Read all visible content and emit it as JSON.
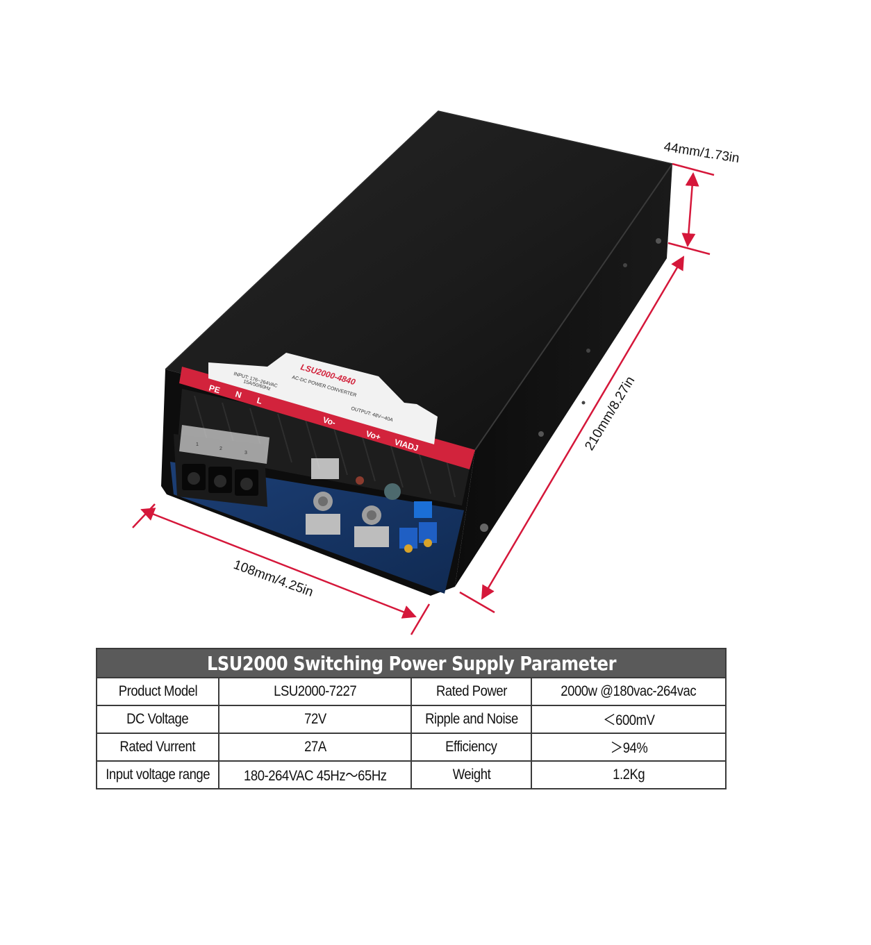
{
  "dimensions": {
    "height": "44mm/1.73in",
    "length": "210mm/8.27in",
    "width": "108mm/4.25in"
  },
  "device": {
    "terminal_labels": [
      "PE",
      "N",
      "L",
      "Vo-",
      "Vo+",
      "VIADJ"
    ],
    "terminal_numbers": [
      "1",
      "2",
      "3"
    ],
    "label_model": "LSU2000-4840",
    "label_subtitle": "AC-DC POWER CONVERTER",
    "label_input": "INPUT: 176~264VAC",
    "label_input_2": "15A/50/60Hz",
    "label_output": "OUTPUT: 48V⎓40A"
  },
  "table": {
    "title": "LSU2000 Switching Power Supply Parameter",
    "rows": [
      [
        "Product Model",
        "LSU2000-7227",
        "Rated Power",
        "2000w @180vac-264vac"
      ],
      [
        "DC Voltage",
        "72V",
        "Ripple and Noise",
        "＜600mV"
      ],
      [
        "Rated Vurrent",
        "27A",
        "Efficiency",
        "＞94%"
      ],
      [
        "Input voltage range",
        "180-264VAC 45Hz～65Hz",
        "Weight",
        "1.2Kg"
      ]
    ]
  },
  "colors": {
    "dimension_line": "#d5173a",
    "plate_red": "#d2233c",
    "chassis": "#141414",
    "table_header": "#5a5a5a"
  }
}
